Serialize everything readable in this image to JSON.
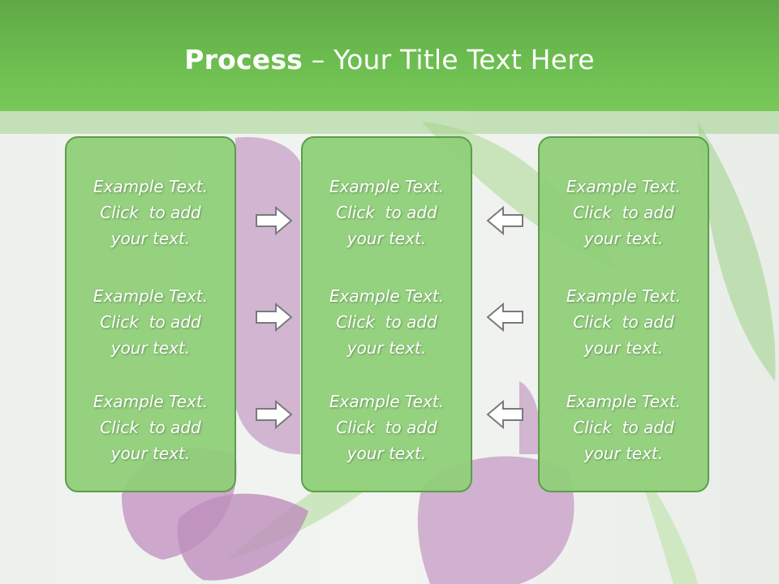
{
  "slide": {
    "title_bold": "Process",
    "title_rest": " – Your Title Text Here"
  },
  "columns": [
    {
      "items": [
        {
          "line1": "Example Text.",
          "line2": "Click  to add",
          "line3": "your text."
        },
        {
          "line1": "Example Text.",
          "line2": "Click  to add",
          "line3": "your text."
        },
        {
          "line1": "Example Text.",
          "line2": "Click  to add",
          "line3": "your text."
        }
      ]
    },
    {
      "items": [
        {
          "line1": "Example Text.",
          "line2": "Click  to add",
          "line3": "your text."
        },
        {
          "line1": "Example Text.",
          "line2": "Click  to add",
          "line3": "your text."
        },
        {
          "line1": "Example Text.",
          "line2": "Click  to add",
          "line3": "your text."
        }
      ]
    },
    {
      "items": [
        {
          "line1": "Example Text.",
          "line2": "Click  to add",
          "line3": "your text."
        },
        {
          "line1": "Example Text.",
          "line2": "Click  to add",
          "line3": "your text."
        },
        {
          "line1": "Example Text.",
          "line2": "Click  to add",
          "line3": "your text."
        }
      ]
    }
  ],
  "arrows": {
    "left_group": "right-arrow-icon",
    "right_group": "left-arrow-icon"
  },
  "colors": {
    "header": "#6cbd4f",
    "box_fill": "#8ecf76",
    "box_border": "#5c9e4a",
    "arrow_fill": "#ffffff",
    "arrow_stroke": "#7a7a7a",
    "text": "#ffffff"
  }
}
